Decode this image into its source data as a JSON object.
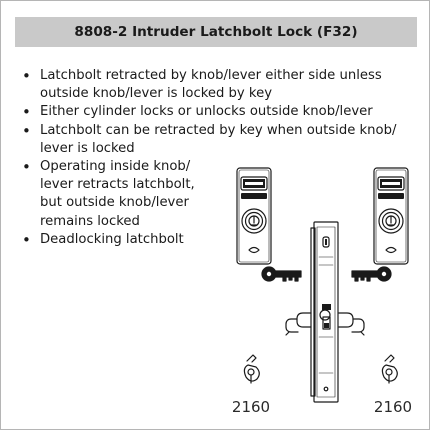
{
  "title": "8808-2 Intruder Latchbolt Lock (F32)",
  "features": [
    "Latchbolt retracted by knob/lever either side unless outside knob/lever is locked by key",
    "Either cylinder locks or unlocks outside knob/lever",
    "Latchbolt can be retracted by key when outside knob/ lever is locked",
    "Operating inside knob/ lever retracts latchbolt, but outside knob/lever remains locked",
    "Deadlocking latchbolt"
  ],
  "diagram": {
    "left_code": "2160",
    "right_code": "2160"
  }
}
